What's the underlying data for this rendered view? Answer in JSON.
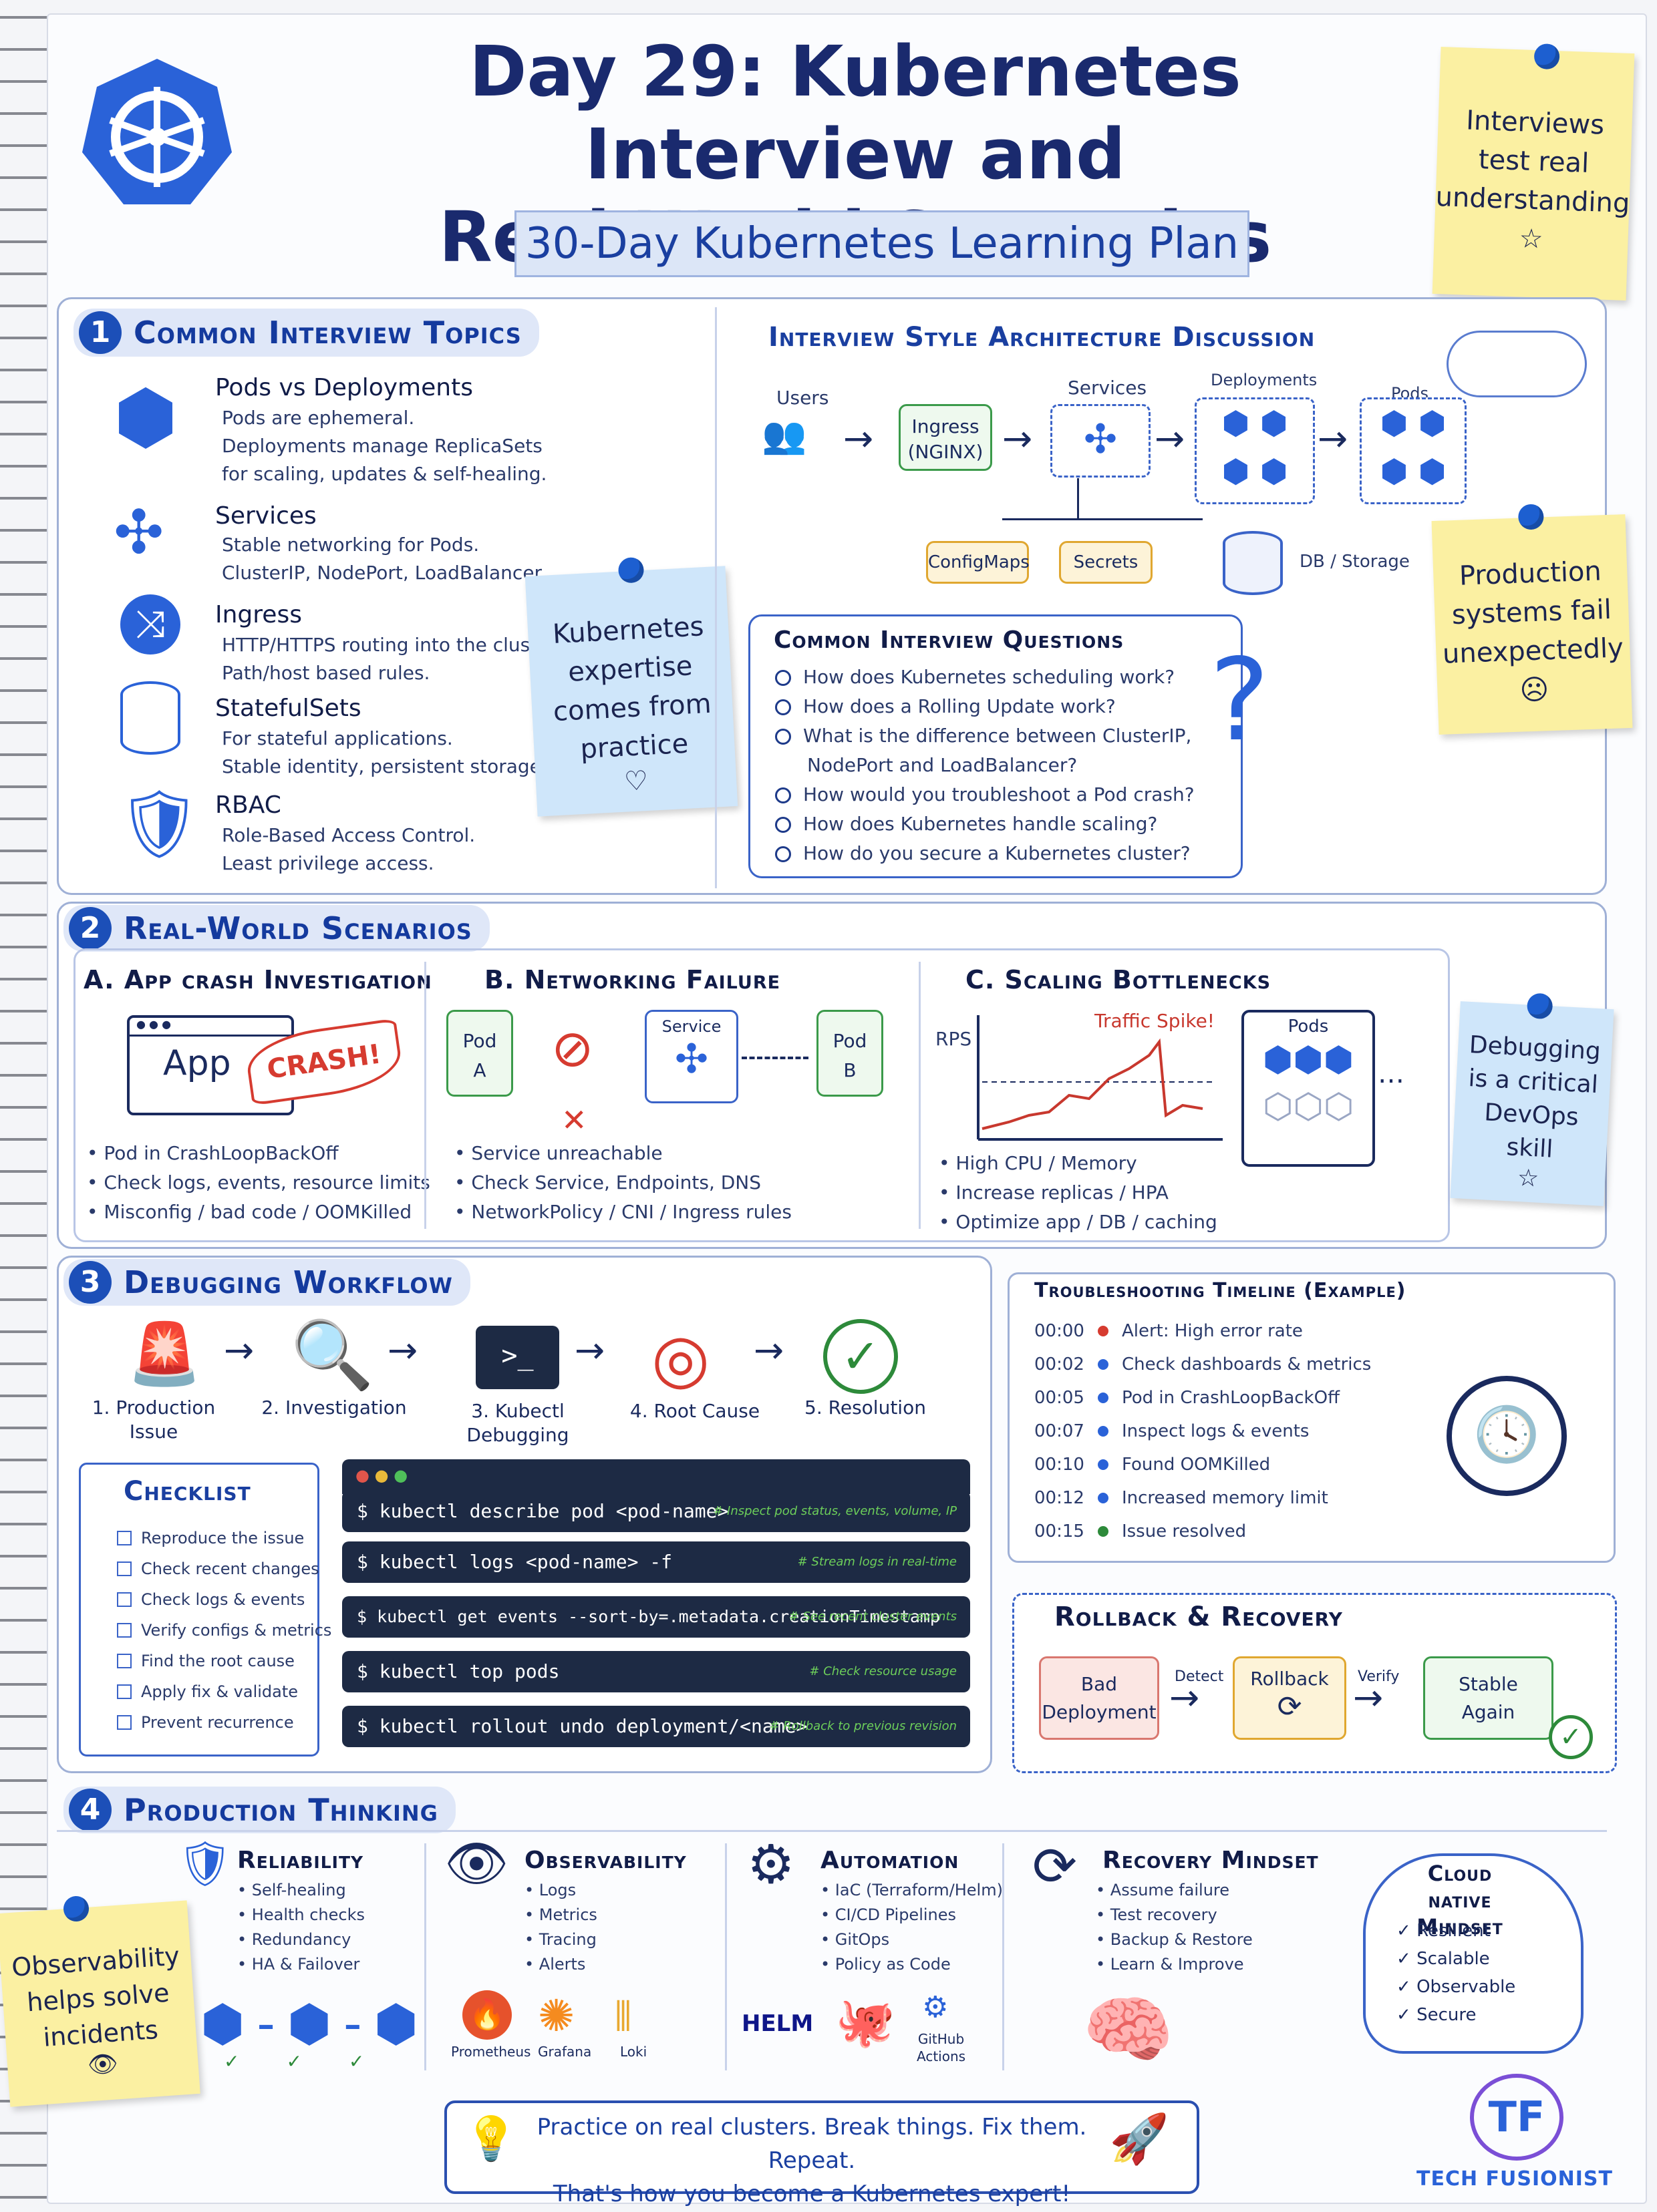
{
  "header": {
    "title_line1": "Day 29: Kubernetes Interview and",
    "title_line2": "Real-World Scenarios",
    "subtitle": "30-Day Kubernetes Learning Plan"
  },
  "notes": {
    "n1": [
      "Interviews",
      "test real",
      "understanding"
    ],
    "n2": [
      "Kubernetes",
      "expertise",
      "comes from",
      "practice"
    ],
    "n3": [
      "Production",
      "systems fail",
      "unexpectedly"
    ],
    "n4": [
      "Debugging",
      "is a critical",
      "DevOps",
      "skill"
    ],
    "n5": [
      "Observability",
      "helps solve",
      "incidents"
    ]
  },
  "s1": {
    "num": "1",
    "title": "Common Interview Topics",
    "topics": [
      {
        "title": "Pods vs Deployments",
        "lines": [
          "Pods are ephemeral.",
          "Deployments manage ReplicaSets",
          "for scaling, updates & self-healing."
        ]
      },
      {
        "title": "Services",
        "lines": [
          "Stable networking for Pods.",
          "ClusterIP, NodePort, LoadBalancer."
        ]
      },
      {
        "title": "Ingress",
        "lines": [
          "HTTP/HTTPS routing into the cluster.",
          "Path/host based rules."
        ]
      },
      {
        "title": "StatefulSets",
        "lines": [
          "For stateful applications.",
          "Stable identity, persistent storage."
        ]
      },
      {
        "title": "RBAC",
        "lines": [
          "Role-Based Access Control.",
          "Least privilege access."
        ]
      }
    ],
    "arch": {
      "title": "Interview Style Architecture Discussion",
      "users": "Users",
      "ingress": "Ingress",
      "nginx": "(NGINX)",
      "services": "Services",
      "deployments": "Deployments",
      "pods": "Pods",
      "configmaps": "ConfigMaps",
      "secrets": "Secrets",
      "db": "DB / Storage"
    },
    "questions": {
      "title": "Common Interview Questions",
      "items": [
        "How does Kubernetes scheduling work?",
        "How does a Rolling Update work?",
        "What is the difference between ClusterIP,",
        "NodePort and LoadBalancer?",
        "How would you troubleshoot a Pod crash?",
        "How does Kubernetes handle scaling?",
        "How do you secure a Kubernetes cluster?"
      ]
    }
  },
  "s2": {
    "num": "2",
    "title": "Real-World Scenarios",
    "a": {
      "title": "A. App crash Investigation",
      "app": "App",
      "crash": "CRASH!",
      "bullets": [
        "Pod in CrashLoopBackOff",
        "Check logs, events, resource limits",
        "Misconfig / bad code / OOMKilled"
      ]
    },
    "b": {
      "title": "B. Networking Failure",
      "pod_a": [
        "Pod",
        "A"
      ],
      "service": "Service",
      "pod_b": [
        "Pod",
        "B"
      ],
      "bullets": [
        "Service unreachable",
        "Check Service, Endpoints, DNS",
        "NetworkPolicy / CNI / Ingress rules"
      ]
    },
    "c": {
      "title": "C. Scaling Bottlenecks",
      "rps": "RPS",
      "spike": "Traffic Spike!",
      "pods": "Pods",
      "bullets": [
        "High CPU / Memory",
        "Increase replicas / HPA",
        "Optimize app / DB / caching"
      ]
    }
  },
  "s3": {
    "num": "3",
    "title": "Debugging Workflow",
    "steps": [
      [
        "1. Production",
        "Issue"
      ],
      [
        "2. Investigation",
        ""
      ],
      [
        "3. Kubectl",
        "Debugging"
      ],
      [
        "4. Root Cause",
        ""
      ],
      [
        "5. Resolution",
        ""
      ]
    ],
    "checklist": {
      "title": "Checklist",
      "items": [
        "Reproduce the issue",
        "Check recent changes",
        "Check logs & events",
        "Verify configs & metrics",
        "Find the root cause",
        "Apply fix & validate",
        "Prevent recurrence"
      ]
    },
    "commands": [
      {
        "cmd": "$ kubectl describe pod <pod-name>",
        "comment": "# Inspect pod status, events, volume, IP"
      },
      {
        "cmd": "$ kubectl logs <pod-name> -f",
        "comment": "# Stream logs in real-time"
      },
      {
        "cmd": "$ kubectl get events --sort-by=.metadata.creationTimestamp",
        "comment": "# See recent cluster events"
      },
      {
        "cmd": "$ kubectl top pods",
        "comment": "# Check resource usage"
      },
      {
        "cmd": "$ kubectl rollout undo deployment/<name>",
        "comment": "# Rollback to previous revision"
      }
    ],
    "timeline": {
      "title": "Troubleshooting Timeline (Example)",
      "rows": [
        [
          "00:00",
          "Alert: High error rate"
        ],
        [
          "00:02",
          "Check dashboards & metrics"
        ],
        [
          "00:05",
          "Pod in CrashLoopBackOff"
        ],
        [
          "00:07",
          "Inspect logs & events"
        ],
        [
          "00:10",
          "Found OOMKilled"
        ],
        [
          "00:12",
          "Increased memory limit"
        ],
        [
          "00:15",
          "Issue resolved"
        ]
      ]
    },
    "rollback": {
      "title": "Rollback & Recovery",
      "bad": [
        "Bad",
        "Deployment"
      ],
      "detect": "Detect",
      "rollback": "Rollback",
      "verify": "Verify",
      "stable": [
        "Stable",
        "Again"
      ]
    }
  },
  "s4": {
    "num": "4",
    "title": "Production Thinking",
    "cols": [
      {
        "title": "Reliability",
        "items": [
          "Self-healing",
          "Health checks",
          "Redundancy",
          "HA & Failover"
        ]
      },
      {
        "title": "Observability",
        "items": [
          "Logs",
          "Metrics",
          "Tracing",
          "Alerts"
        ],
        "tools": [
          "Prometheus",
          "Grafana",
          "Loki"
        ]
      },
      {
        "title": "Automation",
        "items": [
          "IaC (Terraform/Helm)",
          "CI/CD Pipelines",
          "GitOps",
          "Policy as Code"
        ],
        "tools": [
          "HELM",
          "GitHub",
          "Actions"
        ]
      },
      {
        "title": "Recovery Mindset",
        "items": [
          "Assume failure",
          "Test recovery",
          "Backup & Restore",
          "Learn & Improve"
        ]
      }
    ],
    "cloud": {
      "title1": "Cloud native",
      "title2": "Mindset",
      "items": [
        "Resilient",
        "Scalable",
        "Observable",
        "Secure"
      ]
    }
  },
  "footer": {
    "line1": "Practice on real clusters. Break things. Fix them. Repeat.",
    "line2": "That's how you become a Kubernetes expert!",
    "brand": "TECH FUSIONIST",
    "logo": "TF"
  },
  "colors": {
    "accent": "#1c4fb8",
    "note_yellow": "#fbf0a2",
    "note_blue": "#cfe6fa",
    "terminal": "#1d2a44"
  }
}
